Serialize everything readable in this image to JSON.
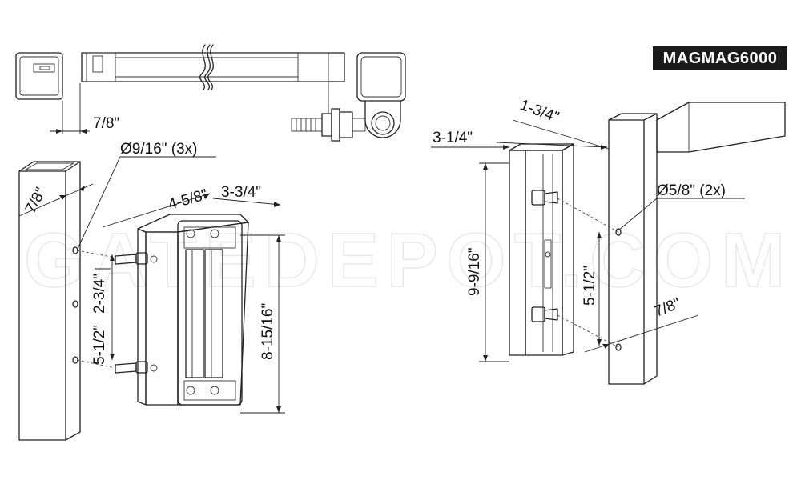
{
  "badge": {
    "model": "MAGMAG6000"
  },
  "watermark": {
    "text": "GATEDEPOT.COM"
  },
  "dimensions": {
    "top_offset": "7/8\"",
    "post_width": "7/8\"",
    "hole_dia_left": "Ø9/16\" (3x)",
    "magnet_width": "4-5/8\"",
    "magnet_depth": "3-3/4\"",
    "hole_spacing_upper": "2-3/4\"",
    "hole_spacing_total": "5-1/2\"",
    "magnet_height": "8-15/16\"",
    "plate_depth": "3-1/4\"",
    "plate_width": "1-3/4\"",
    "plate_height": "9-9/16\"",
    "hole_dia_right": "Ø5/8\" (2x)",
    "plate_hole_spacing": "5-1/2\"",
    "plate_hole_offset": "7/8\""
  }
}
